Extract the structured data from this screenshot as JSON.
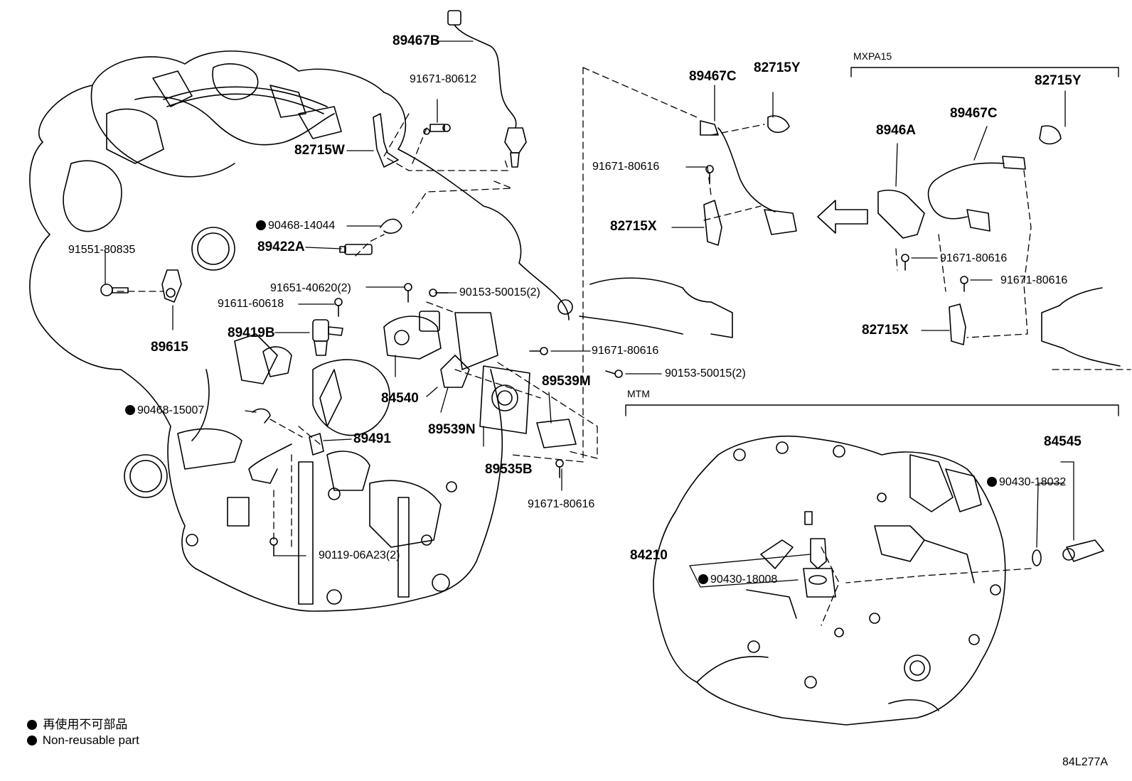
{
  "callouts": {
    "c89467B_top": "89467B",
    "c91671_80612": "91671-80612",
    "c82715W": "82715W",
    "c89467C_mid": "89467C",
    "c82715Y_mid": "82715Y",
    "c91671_80616_a": "91671-80616",
    "c82715X_mid": "82715X",
    "mxpa15": "MXPA15",
    "c82715Y_right": "82715Y",
    "c89467C_right": "89467C",
    "c8946A": "8946A",
    "c91671_80616_b": "91671-80616",
    "c91671_80616_c": "91671-80616",
    "c82715X_right": "82715X",
    "c90468_14044": "90468-14044",
    "c89422A": "89422A",
    "c91551_80835": "91551-80835",
    "c91651_40620": "91651-40620(2)",
    "c90153_50015_a": "90153-50015(2)",
    "c91611_60618": "91611-60618",
    "c89419B": "89419B",
    "c89615": "89615",
    "c91671_80616_d": "91671-80616",
    "c90153_50015_b": "90153-50015(2)",
    "c89539M": "89539M",
    "c84540": "84540",
    "mtm": "MTM",
    "c90468_15007": "90468-15007",
    "c89491": "89491",
    "c89539N": "89539N",
    "c89535B": "89535B",
    "c91671_80616_e": "91671-80616",
    "c84545": "84545",
    "c90430_18032": "90430-18032",
    "c84210": "84210",
    "c90430_18008": "90430-18008",
    "c90119_06A23": "90119-06A23(2)"
  },
  "legend": {
    "line_jp": "再使用不可部品",
    "line_en": "Non-reusable part"
  },
  "figure_id": "84L277A"
}
